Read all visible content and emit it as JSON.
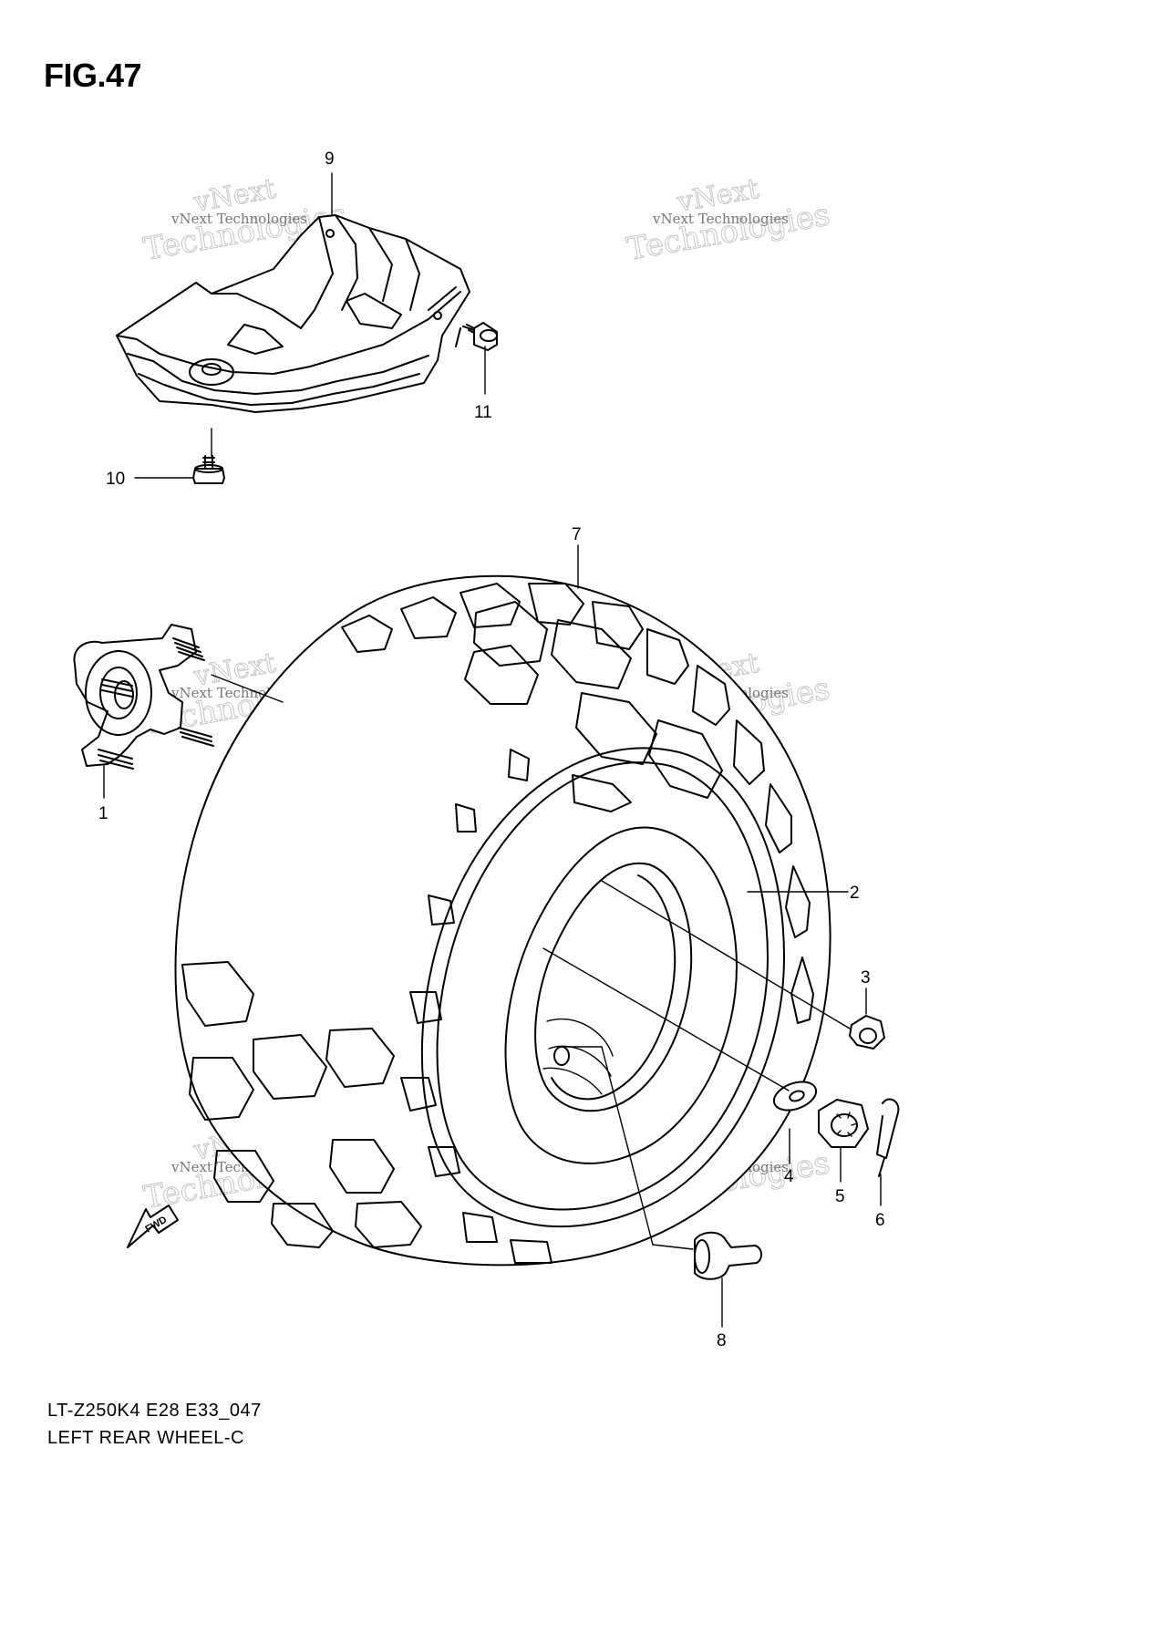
{
  "figure": {
    "title": "FIG.47",
    "model_code": "LT-Z250K4 E28 E33_047",
    "name": "LEFT REAR WHEEL-C"
  },
  "fwd_mark": "FWD",
  "watermark": {
    "line1": "vNext",
    "line2": "vNext Technologies",
    "line3": "Technologies"
  },
  "callouts": {
    "c1": "1",
    "c2": "2",
    "c3": "3",
    "c4": "4",
    "c5": "5",
    "c6": "6",
    "c7": "7",
    "c8": "8",
    "c9": "9",
    "c10": "10",
    "c11": "11"
  },
  "icons": {
    "fwd_arrow": "fwd-arrow-icon"
  }
}
